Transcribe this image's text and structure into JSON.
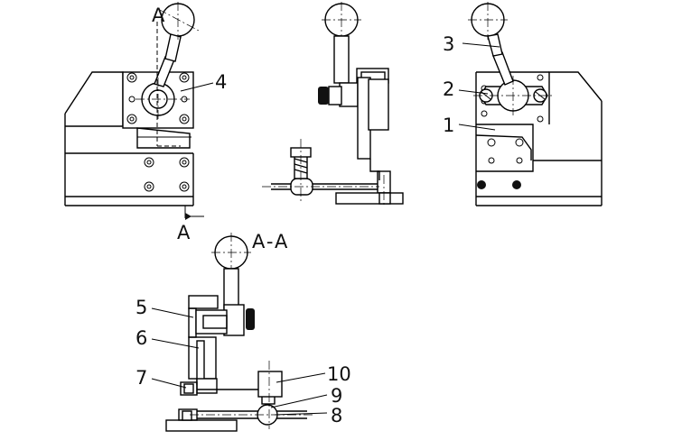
{
  "labels": {
    "section_mark_top": "A",
    "section_mark_bottom": "A",
    "section_title": "A-A",
    "part_1": "1",
    "part_2": "2",
    "part_3": "3",
    "part_4": "4",
    "part_5": "5",
    "part_6": "6",
    "part_7": "7",
    "part_8": "8",
    "part_9": "9",
    "part_10": "10"
  }
}
